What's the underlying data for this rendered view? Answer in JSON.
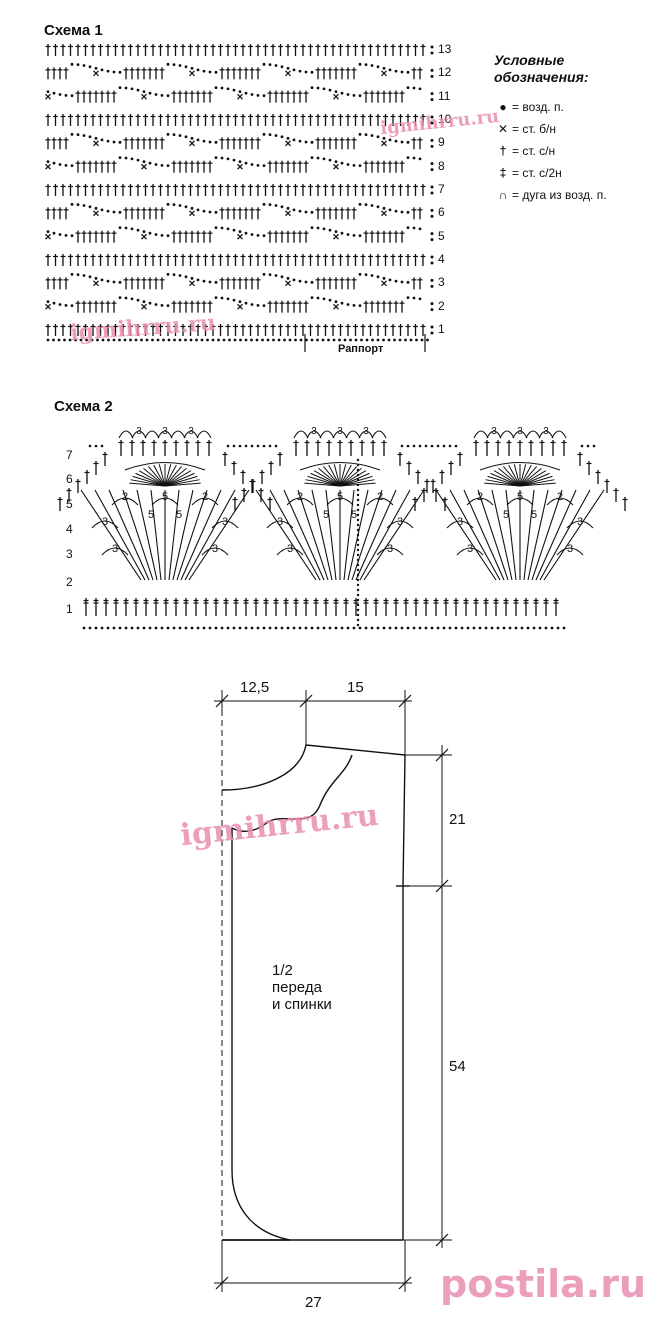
{
  "scheme1": {
    "title": "Схема 1",
    "rows": [
      "13",
      "12",
      "11",
      "10",
      "9",
      "8",
      "7",
      "6",
      "5",
      "4",
      "3",
      "2",
      "1"
    ],
    "repeat_label": "Раппорт"
  },
  "legend": {
    "title_line1": "Условные",
    "title_line2": "обозначения:",
    "items": [
      {
        "icon": "dot-icon",
        "text": "= возд. п."
      },
      {
        "icon": "cross-icon",
        "text": "= ст. б/н"
      },
      {
        "icon": "dagger-icon",
        "text": "= ст. с/н"
      },
      {
        "icon": "double-dagger-icon",
        "text": "= ст. с/2н"
      },
      {
        "icon": "arc-icon",
        "text": "= дуга из возд. п."
      }
    ]
  },
  "scheme2": {
    "title": "Схема 2",
    "rows": [
      "7",
      "6",
      "5",
      "4",
      "3",
      "2",
      "1"
    ],
    "fan_counts": [
      "3",
      "2",
      "5"
    ]
  },
  "pattern": {
    "dimensions": {
      "top_left": "12,5",
      "top_right": "15",
      "side_upper": "21",
      "side_lower": "54",
      "bottom": "27"
    },
    "label_line1": "1/2",
    "label_line2": "переда",
    "label_line3": "и спинки"
  },
  "watermarks": {
    "site_a": "igmihrru.ru",
    "site_b": "postila.ru"
  },
  "colors": {
    "ink": "#111111",
    "watermark": "#e98fb2"
  }
}
